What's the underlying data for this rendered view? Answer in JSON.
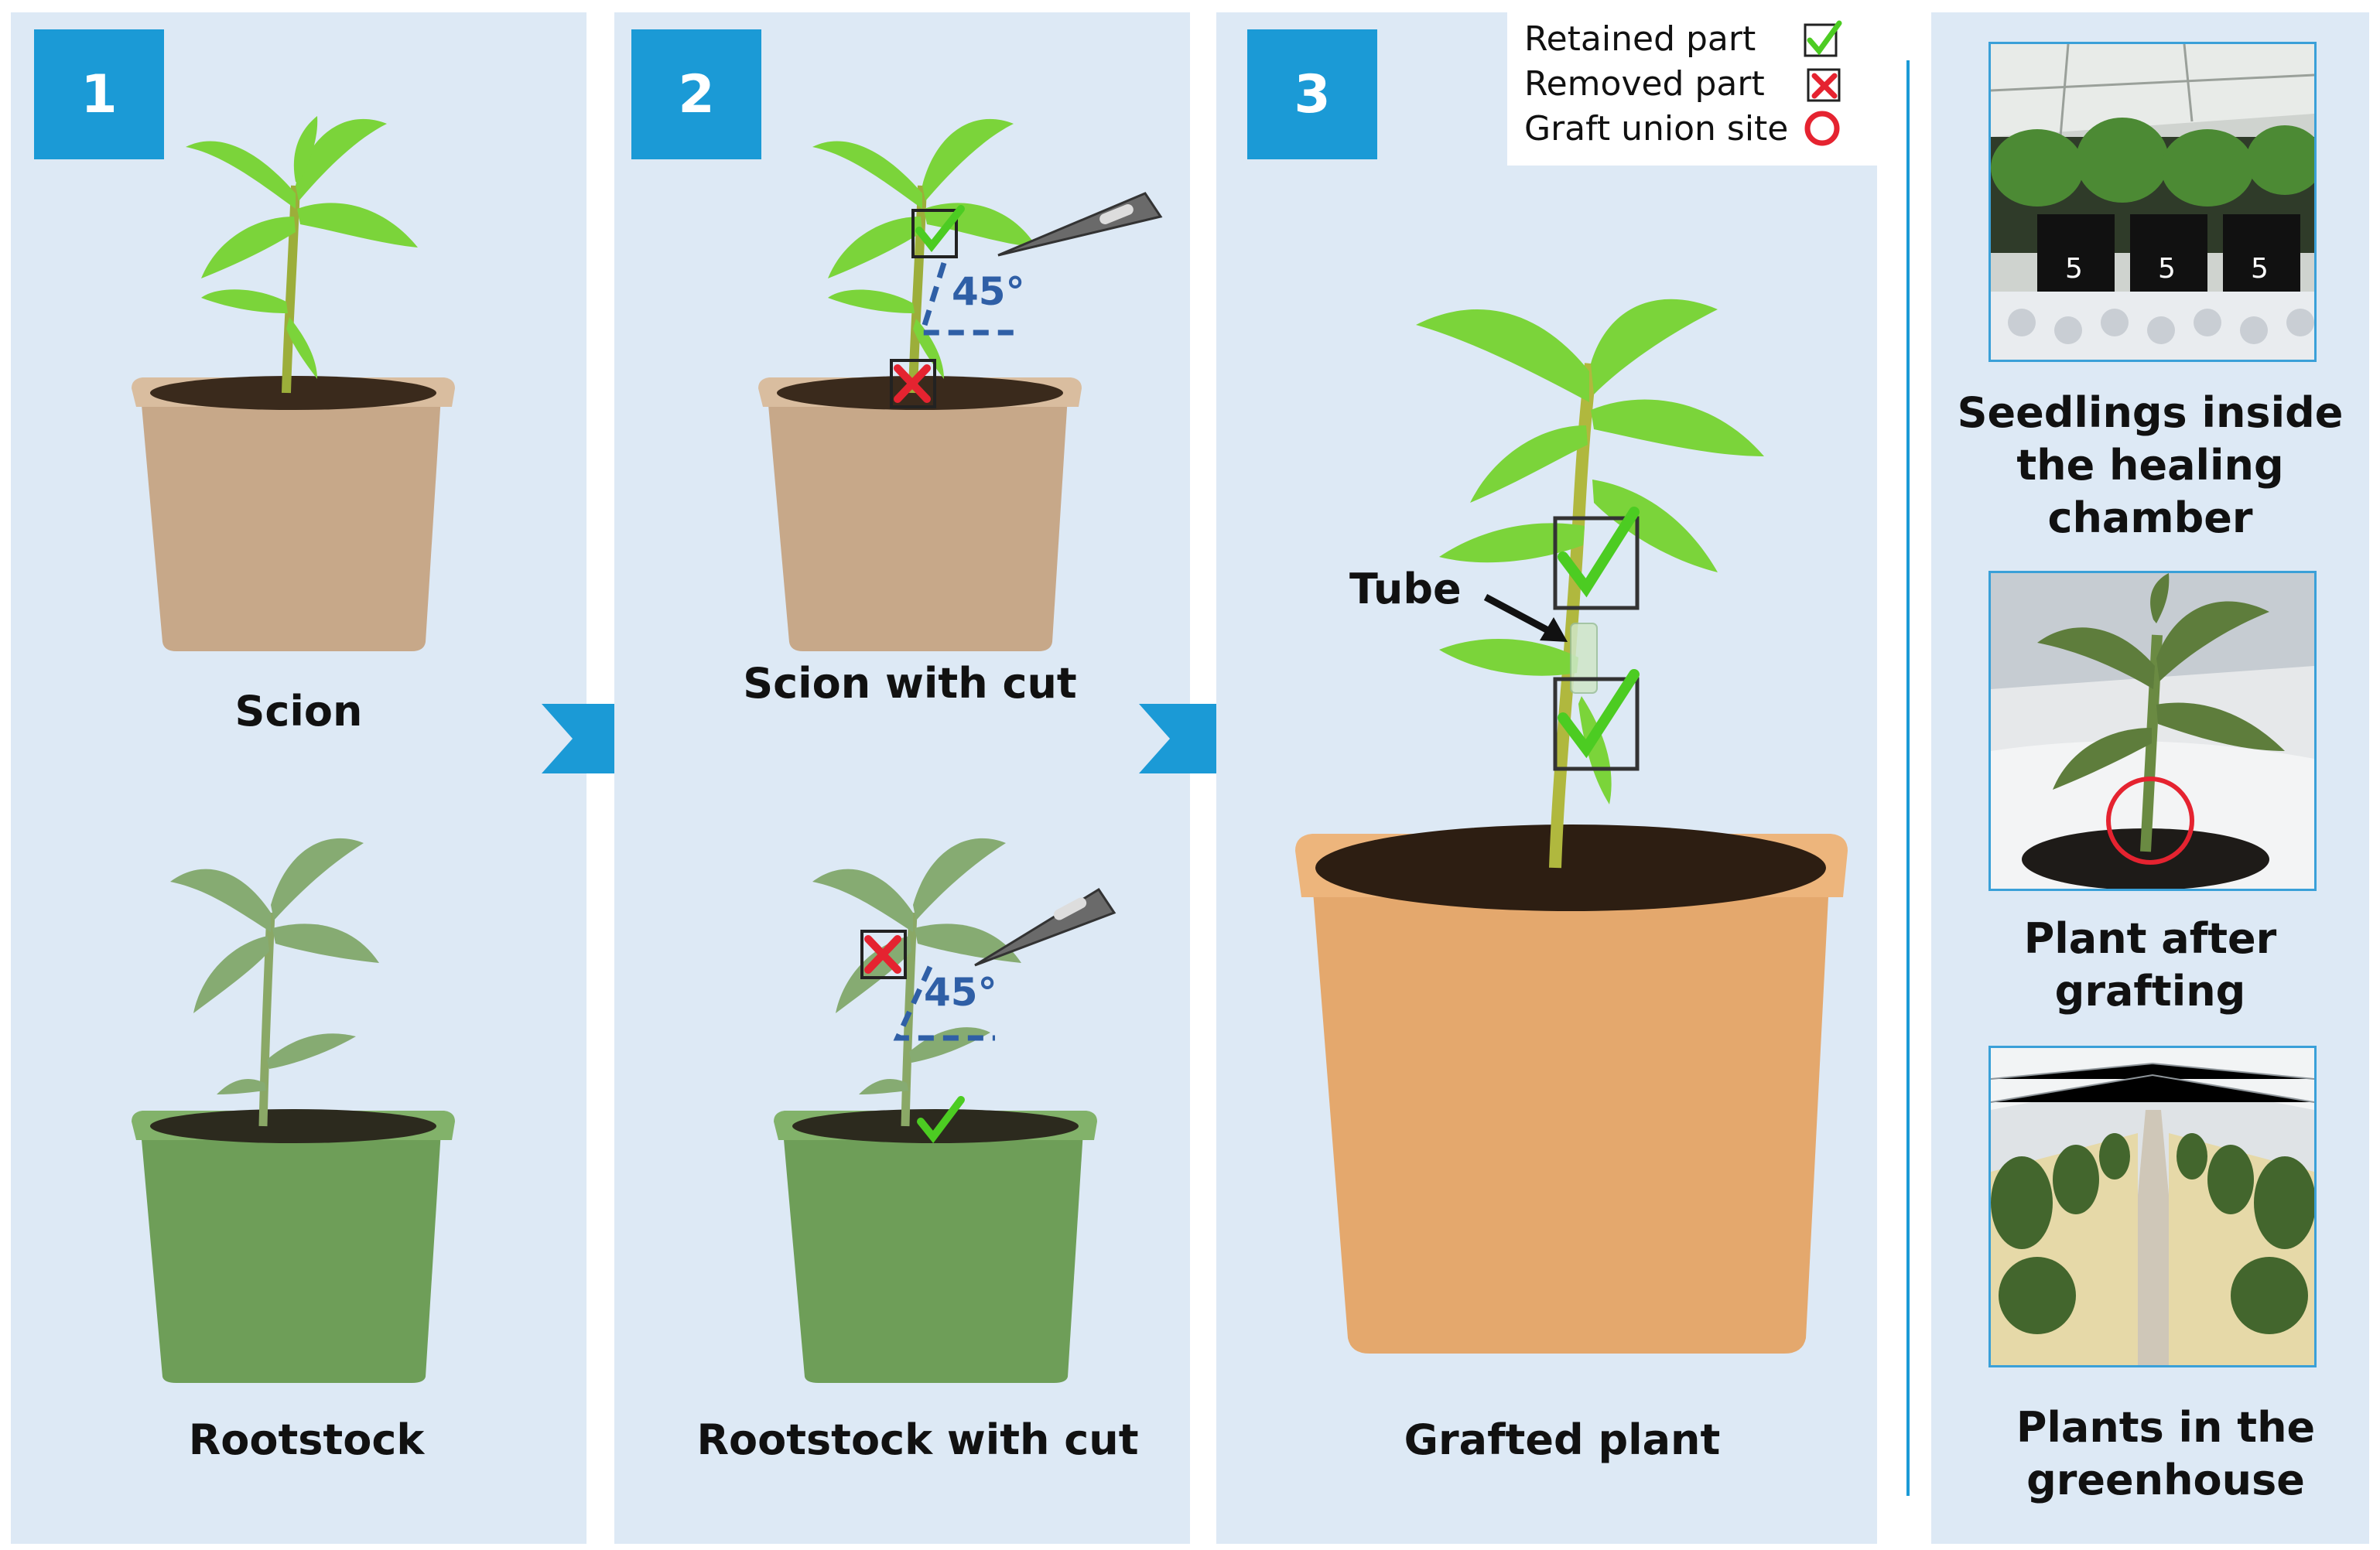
{
  "panels": {
    "step1": {
      "number": "1",
      "top_caption": "Scion",
      "bottom_caption": "Rootstock"
    },
    "step2": {
      "number": "2",
      "top_caption": "Scion with cut",
      "bottom_caption": "Rootstock with cut",
      "angle_label": "45°"
    },
    "step3": {
      "number": "3",
      "caption": "Grafted plant",
      "tube_label": "Tube"
    }
  },
  "legend": {
    "items": [
      {
        "label": "Retained part",
        "symbol": "green-check-icon"
      },
      {
        "label": "Removed part",
        "symbol": "red-cross-icon"
      },
      {
        "label": "Graft union site",
        "symbol": "red-circle-icon"
      }
    ]
  },
  "sidebar": {
    "items": [
      {
        "caption": "Seedlings inside\nthe healing\nchamber",
        "pot_labels": [
          "5",
          "5",
          "5"
        ]
      },
      {
        "caption": "Plant after\ngrafting"
      },
      {
        "caption": "Plants in the\ngreenhouse"
      }
    ]
  },
  "colors": {
    "panel_bg": "#dde9f5",
    "badge": "#1b9ad6",
    "arrow": "#1b9ad6",
    "scion_pot": "#c7a889",
    "rootstock_pot": "#6e9e58",
    "grafted_pot": "#e4a86d",
    "leaf": "#7bd43a",
    "rootstock_leaf": "#7a9f6a",
    "check": "#4ccc22",
    "cross": "#e52330",
    "angle": "#2f5fa6"
  }
}
